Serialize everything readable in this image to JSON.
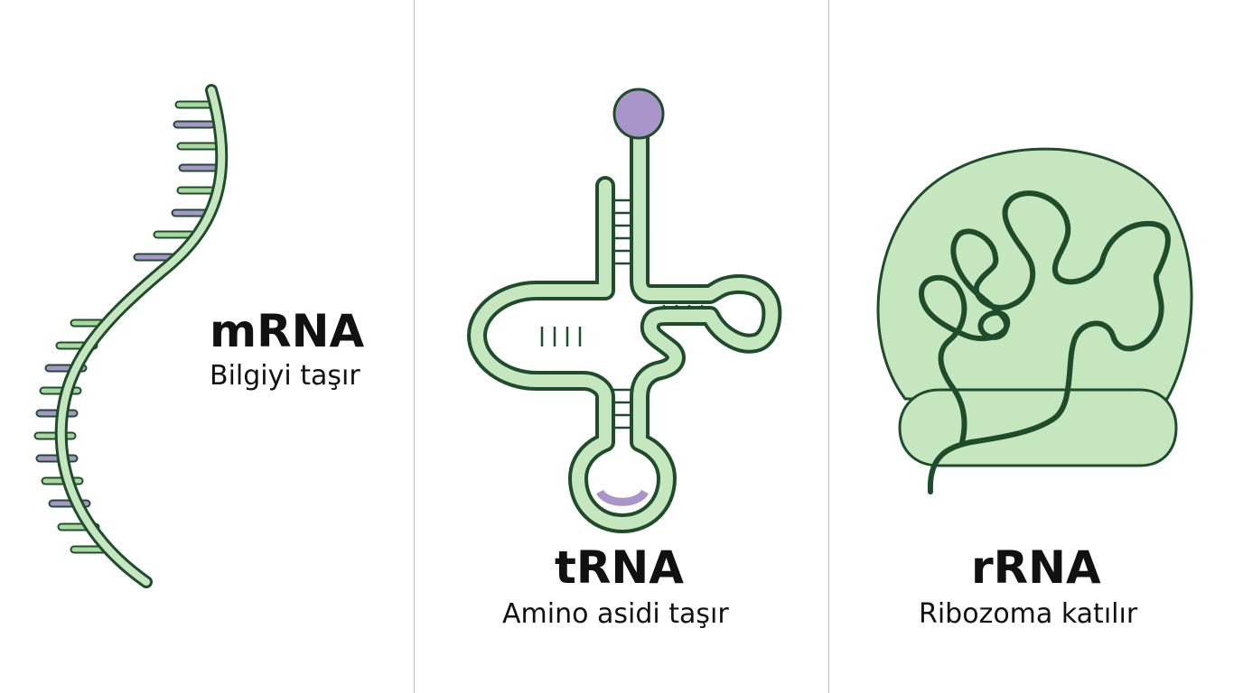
{
  "panels": [
    {
      "id": "mrna",
      "title": "mRNA",
      "subtitle": "Bilgiyi taşır"
    },
    {
      "id": "trna",
      "title": "tRNA",
      "subtitle": "Amino asidi taşır"
    },
    {
      "id": "rrna",
      "title": "rRNA",
      "subtitle": "Ribozoma katılır"
    }
  ],
  "colors": {
    "fill_green": "#c6e6c0",
    "light_green": "#a9d9a1",
    "outline": "#1f4d2c",
    "purple": "#a995c9",
    "divider": "#bdbdbd"
  },
  "icons": [
    "mrna-strand-icon",
    "trna-cloverleaf-icon",
    "ribosome-icon"
  ]
}
